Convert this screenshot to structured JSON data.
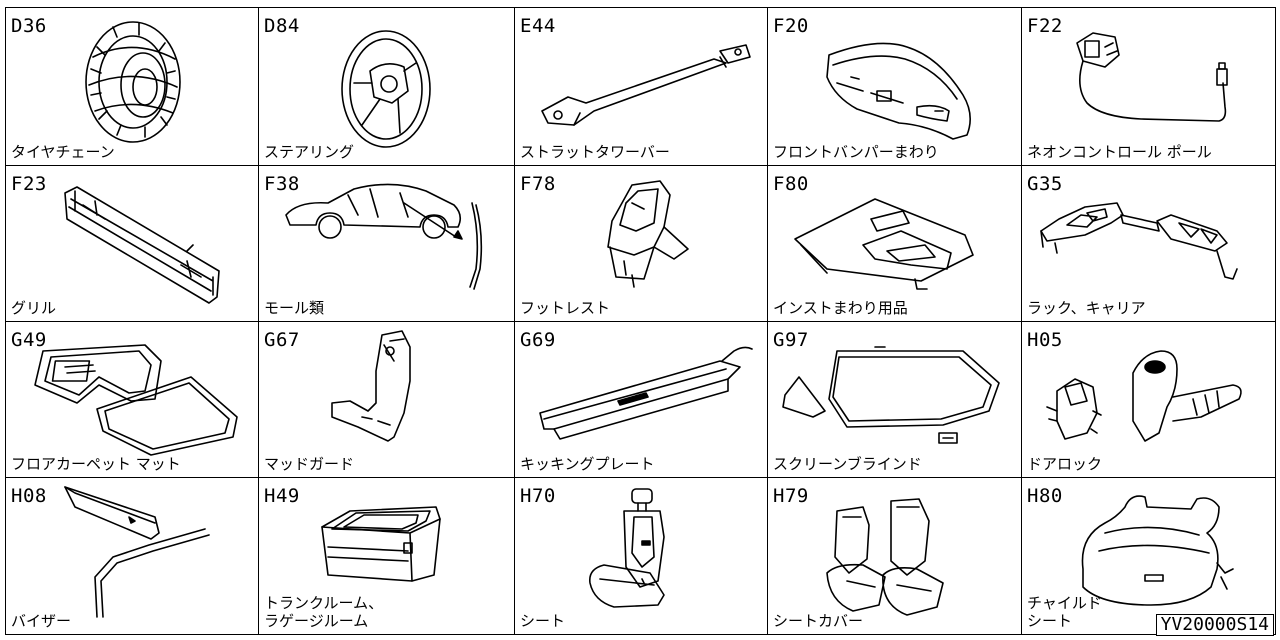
{
  "parts": [
    {
      "code": "D36",
      "name": "タイヤチェーン",
      "icon": "tire-chain-icon"
    },
    {
      "code": "D84",
      "name": "ステアリング",
      "icon": "steering-wheel-icon"
    },
    {
      "code": "E44",
      "name": "ストラットタワーバー",
      "icon": "strut-tower-bar-icon"
    },
    {
      "code": "F20",
      "name": "フロントバンパーまわり",
      "icon": "front-bumper-icon"
    },
    {
      "code": "F22",
      "name": "ネオンコントロール ポール",
      "icon": "neon-control-pole-icon"
    },
    {
      "code": "F23",
      "name": "グリル",
      "icon": "grille-icon"
    },
    {
      "code": "F38",
      "name": "モール類",
      "icon": "molding-icon"
    },
    {
      "code": "F78",
      "name": "フットレスト",
      "icon": "footrest-icon"
    },
    {
      "code": "F80",
      "name": "インストまわり用品",
      "icon": "instrument-panel-icon"
    },
    {
      "code": "G35",
      "name": "ラック、キャリア",
      "icon": "roof-rack-icon"
    },
    {
      "code": "G49",
      "name": "フロアカーペット マット",
      "icon": "floor-mat-icon"
    },
    {
      "code": "G67",
      "name": "マッドガード",
      "icon": "mud-guard-icon"
    },
    {
      "code": "G69",
      "name": "キッキングプレート",
      "icon": "kicking-plate-icon"
    },
    {
      "code": "G97",
      "name": "スクリーンブラインド",
      "icon": "screen-blind-icon"
    },
    {
      "code": "H05",
      "name": "ドアロック",
      "icon": "door-lock-icon"
    },
    {
      "code": "H08",
      "name": "バイザー",
      "icon": "visor-icon"
    },
    {
      "code": "H49",
      "name": "トランクルーム、\nラゲージルーム",
      "icon": "trunk-tray-icon"
    },
    {
      "code": "H70",
      "name": "シート",
      "icon": "seat-icon"
    },
    {
      "code": "H79",
      "name": "シートカバー",
      "icon": "seat-cover-icon"
    },
    {
      "code": "H80",
      "name": "チャイルド\nシート",
      "icon": "child-seat-icon"
    }
  ],
  "diagram_id": "YV20000S14",
  "colors": {
    "line": "#000000",
    "background": "#ffffff"
  }
}
